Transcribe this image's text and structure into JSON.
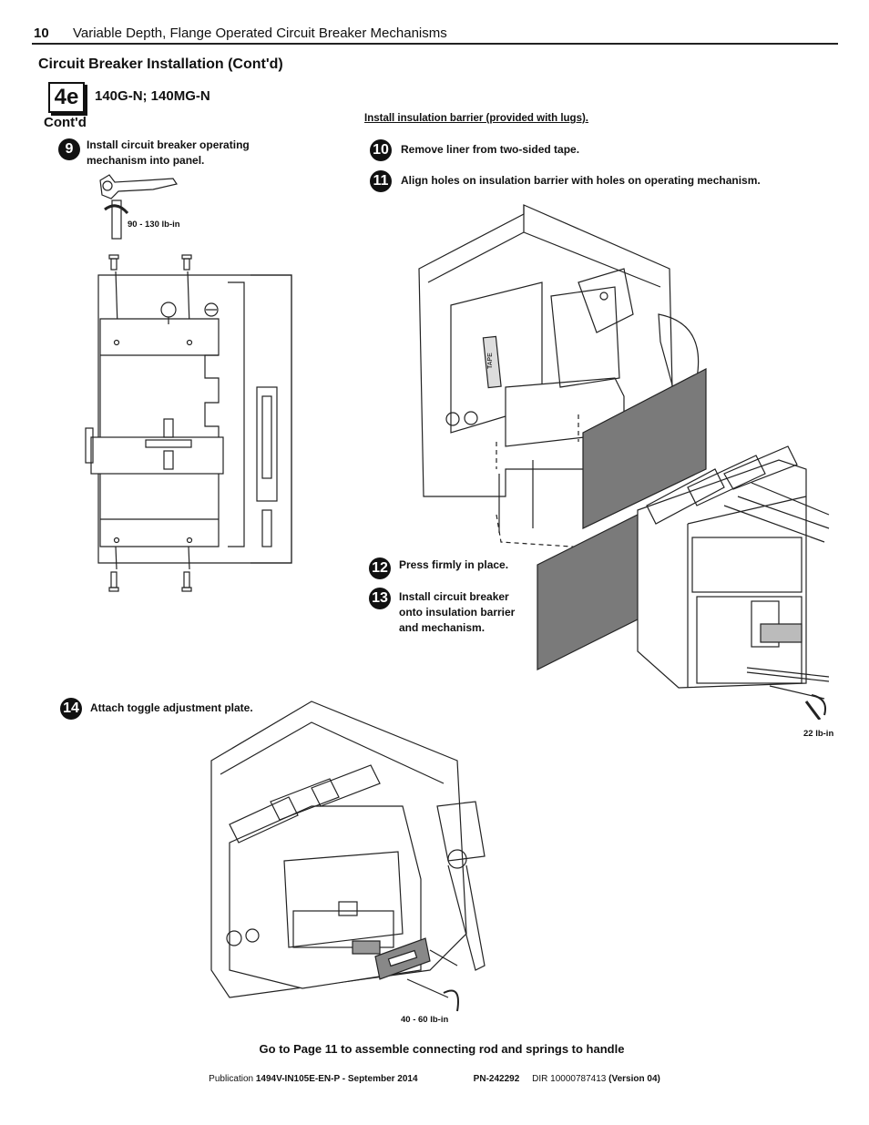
{
  "header": {
    "page_number": "10",
    "title": "Variable Depth, Flange Operated Circuit Breaker Mechanisms"
  },
  "section_title": "Circuit Breaker Installation (Cont'd)",
  "step_box": "4e",
  "model": "140G-N; 140MG-N",
  "contd": "Cont'd",
  "barrier_note": "Install insulation barrier (provided with lugs).",
  "steps": [
    {
      "num": "9",
      "text_line1": "Install circuit breaker operating",
      "text_line2": "mechanism into panel."
    },
    {
      "num": "10",
      "text": "Remove liner from two-sided tape."
    },
    {
      "num": "11",
      "text": "Align holes on insulation barrier with holes on operating mechanism."
    },
    {
      "num": "12",
      "text": "Press firmly in place."
    },
    {
      "num": "13",
      "text_line1": "Install circuit breaker",
      "text_line2": "onto insulation barrier",
      "text_line3": "and mechanism."
    },
    {
      "num": "14",
      "text": "Attach toggle adjustment plate."
    }
  ],
  "torques": {
    "t1": "90 - 130 lb-in",
    "t2": "22 lb-in",
    "t3": "40 - 60 lb-in"
  },
  "tape_label": "TAPE",
  "goto_text": "Go to Page 11 to assemble connecting rod and springs to handle",
  "footer": {
    "prefix": "Publication",
    "publication": "1494V-IN105E-EN-P - September 2014",
    "pn": "PN-242292",
    "dir": "DIR 10000787413",
    "version": "(Version 04)"
  }
}
